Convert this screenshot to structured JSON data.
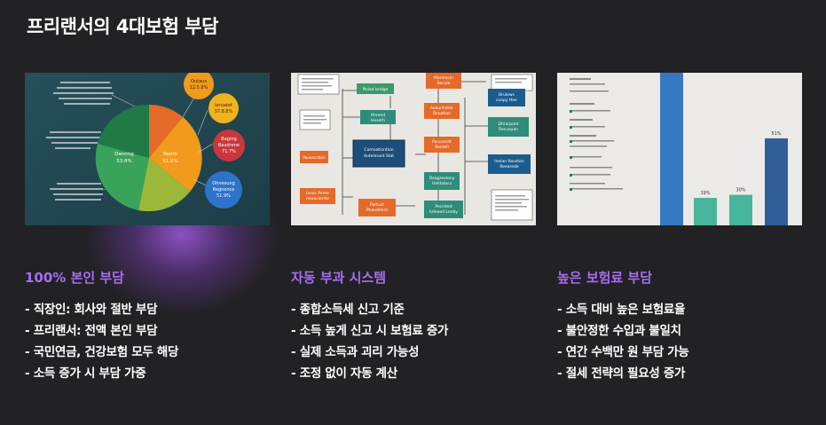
{
  "page": {
    "title": "프리랜서의 4대보험 부담"
  },
  "cards": [
    {
      "heading": "100% 본인 부담",
      "bullets": [
        "- 직장인: 회사와 절반 부담",
        "- 프리랜서: 전액 본인 부담",
        "- 국민연금, 건강보험 모두 해당",
        "- 소득 증가 시 부담 가중"
      ],
      "image": {
        "slices": [
          {
            "label": "Dannng\n53.8%",
            "color": "#3aa35a"
          },
          {
            "label": "Remb\n51.5%",
            "color": "#f19a1b"
          },
          {
            "label": "",
            "color": "#9bb83a"
          },
          {
            "label": "",
            "color": "#1f7a46"
          },
          {
            "label": "",
            "color": "#e56a2a"
          }
        ],
        "bubbles": [
          {
            "label": "Outaus\n12.5.8%",
            "color": "#f19a1b"
          },
          {
            "label": "Iaruatet\n37.8.8%",
            "color": "#f1b31b"
          },
          {
            "label": "Baging\nBaadrene\n71.7%",
            "color": "#c9363c"
          },
          {
            "label": "Ohnesung\nRegnence\n51.9%",
            "color": "#2d73c9"
          }
        ]
      }
    },
    {
      "heading": "자동 부과 시스템",
      "bullets": [
        "- 종합소득세 신고 기준",
        "- 소득 높게 신고 시 보험료 증가",
        "- 실제 소득과 괴리 가능성",
        "- 조정 없이 자동 계산"
      ],
      "image": {
        "nodes": [
          {
            "label": "Ptdad bridge",
            "color": "#3a9a6a"
          },
          {
            "label": "Manlrocin\nSecule",
            "color": "#e56a2a"
          },
          {
            "label": "Brulows\ncuopy ther",
            "color": "#1b5c8f"
          },
          {
            "label": "Ahrond\nHeseth",
            "color": "#2f8c7a"
          },
          {
            "label": "Aoaunhdrer\nBouotion",
            "color": "#e56a2a"
          },
          {
            "label": "Comnationtion\nAutelmant Stat",
            "color": "#1b4e7a"
          },
          {
            "label": "Pausecntion",
            "color": "#e56a2a"
          },
          {
            "label": "Pasuvectt\nRentell",
            "color": "#e56a2a"
          },
          {
            "label": "Dhrarpant\nRecueyan",
            "color": "#2f8c7a"
          },
          {
            "label": "Inelan Reuston\nReearede",
            "color": "#1b5c8f"
          },
          {
            "label": "Insoc Peme\nneuaclerrte",
            "color": "#e56a2a"
          },
          {
            "label": "Partuct\nPhaudmint",
            "color": "#e56a2a"
          },
          {
            "label": "Pecinted\nhdneed Lenby",
            "color": "#2f8c7a"
          }
        ]
      }
    },
    {
      "heading": "높은 보험료 부담",
      "bullets": [
        "- 소득 대비 높은 보험료율",
        "- 불안정한 수입과 불일치",
        "- 연간 수백만 원 부담 가능",
        "- 절세 전략의 필요성 증가"
      ],
      "image": {
        "bars": [
          {
            "value": 100,
            "label": "",
            "color": "#3778c4"
          },
          {
            "value": 18,
            "label": "19%",
            "color": "#46b59b"
          },
          {
            "value": 20,
            "label": "30%",
            "color": "#46b59b"
          },
          {
            "value": 57,
            "label": "51%",
            "color": "#2f5e99"
          }
        ],
        "ymax": 100
      }
    }
  ]
}
